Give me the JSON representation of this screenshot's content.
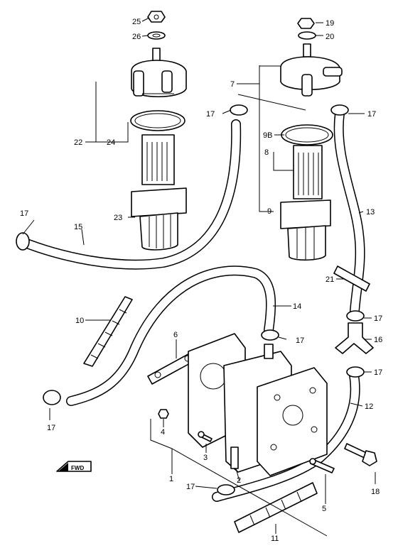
{
  "callouts": [
    {
      "id": "25",
      "label": "25"
    },
    {
      "id": "26",
      "label": "26"
    },
    {
      "id": "19",
      "label": "19"
    },
    {
      "id": "20",
      "label": "20"
    },
    {
      "id": "7",
      "label": "7"
    },
    {
      "id": "17a",
      "label": "17"
    },
    {
      "id": "17b",
      "label": "17"
    },
    {
      "id": "22",
      "label": "22"
    },
    {
      "id": "24",
      "label": "24"
    },
    {
      "id": "9B",
      "label": "9B"
    },
    {
      "id": "8",
      "label": "8"
    },
    {
      "id": "17c",
      "label": "17"
    },
    {
      "id": "15",
      "label": "15"
    },
    {
      "id": "23",
      "label": "23"
    },
    {
      "id": "9",
      "label": "9"
    },
    {
      "id": "13",
      "label": "13"
    },
    {
      "id": "21",
      "label": "21"
    },
    {
      "id": "14",
      "label": "14"
    },
    {
      "id": "10",
      "label": "10"
    },
    {
      "id": "17d",
      "label": "17"
    },
    {
      "id": "6",
      "label": "6"
    },
    {
      "id": "17e",
      "label": "17"
    },
    {
      "id": "16",
      "label": "16"
    },
    {
      "id": "17f",
      "label": "17"
    },
    {
      "id": "12",
      "label": "12"
    },
    {
      "id": "17g",
      "label": "17"
    },
    {
      "id": "4",
      "label": "4"
    },
    {
      "id": "3",
      "label": "3"
    },
    {
      "id": "1",
      "label": "1"
    },
    {
      "id": "2",
      "label": "2"
    },
    {
      "id": "17h",
      "label": "17"
    },
    {
      "id": "18",
      "label": "18"
    },
    {
      "id": "5",
      "label": "5"
    },
    {
      "id": "11",
      "label": "11"
    }
  ],
  "direction_badge": "FWD"
}
